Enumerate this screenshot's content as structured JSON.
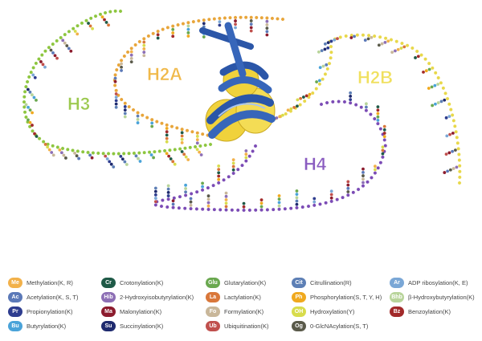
{
  "histones": {
    "h3": {
      "label": "H3",
      "color": "#8dc63f",
      "fill": "#9cc94f"
    },
    "h2a": {
      "label": "H2A",
      "color": "#e8a53a",
      "fill": "#f0b94a"
    },
    "h2b": {
      "label": "H2B",
      "color": "#e8d84a",
      "fill": "#f0e05e"
    },
    "h4": {
      "label": "H4",
      "color": "#7b4bb5",
      "fill": "#8a5cc0"
    }
  },
  "legend": [
    {
      "abbr": "Me",
      "label": "Methylation(K, R)",
      "color": "#f2b14a"
    },
    {
      "abbr": "Ac",
      "label": "Acetylation(K, S, T)",
      "color": "#5b79b8"
    },
    {
      "abbr": "Pr",
      "label": "Propionylation(K)",
      "color": "#2e3d8f"
    },
    {
      "abbr": "Bu",
      "label": "Butyrylation(K)",
      "color": "#4aa3d9"
    },
    {
      "abbr": "Cr",
      "label": "Crotonylation(K)",
      "color": "#1f5a47"
    },
    {
      "abbr": "Hib",
      "label": "2-Hydroxyisobutyrylation(K)",
      "color": "#8d6fb5"
    },
    {
      "abbr": "Ma",
      "label": "Malonylation(K)",
      "color": "#8c1c2e"
    },
    {
      "abbr": "Su",
      "label": "Succinylation(K)",
      "color": "#1e2a6e"
    },
    {
      "abbr": "Glu",
      "label": "Glutarylation(K)",
      "color": "#6aa84f"
    },
    {
      "abbr": "La",
      "label": "Lactylation(K)",
      "color": "#d9773a"
    },
    {
      "abbr": "Fo",
      "label": "Formylation(K)",
      "color": "#c9b79a"
    },
    {
      "abbr": "Ub",
      "label": "Ubiquitination(K)",
      "color": "#c0504d"
    },
    {
      "abbr": "Cit",
      "label": "Citrullination(R)",
      "color": "#5d7fb5"
    },
    {
      "abbr": "Ph",
      "label": "Phosphorylation(S, T, Y, H)",
      "color": "#f0a91e"
    },
    {
      "abbr": "OH",
      "label": "Hydroxylation(Y)",
      "color": "#d8dc4c"
    },
    {
      "abbr": "Og",
      "label": "0-GlcNAcylation(S, T)",
      "color": "#5a5a4a"
    },
    {
      "abbr": "Ar",
      "label": "ADP ribosylation(K, E)",
      "color": "#7aa7d6"
    },
    {
      "abbr": "Bhb",
      "label": "β-Hydroxybutyrylation(K)",
      "color": "#b8d49a"
    },
    {
      "abbr": "Bz",
      "label": "Benzoylation(K)",
      "color": "#a22a2a"
    }
  ],
  "nucleosome": {
    "dna_color": "#2b56a8",
    "core_color": "#f0d23c"
  }
}
